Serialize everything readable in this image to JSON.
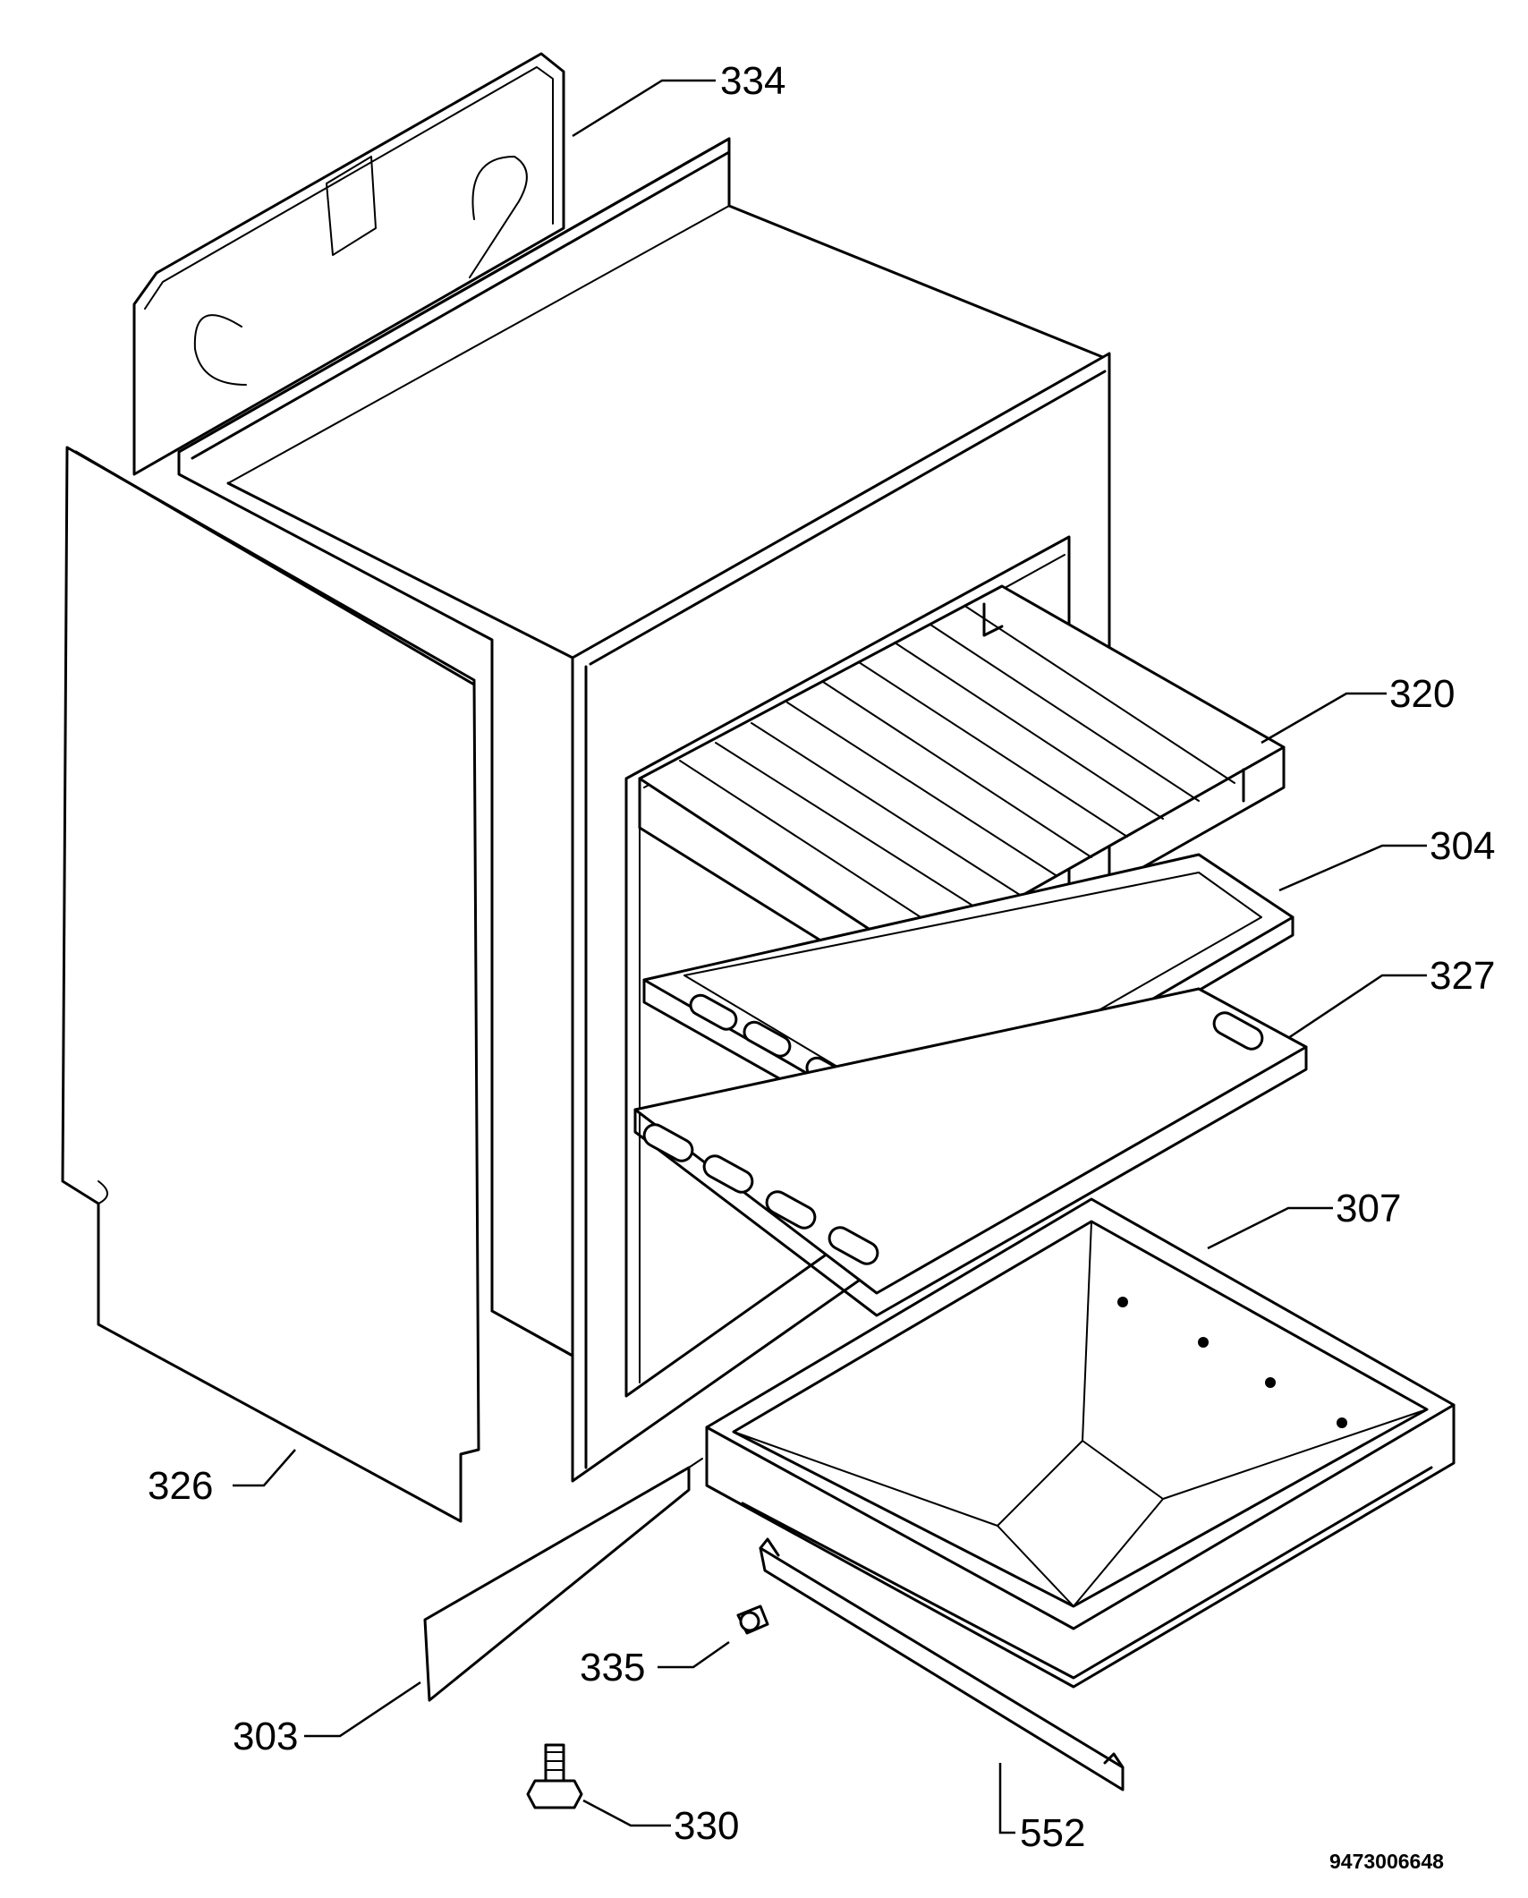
{
  "callouts": {
    "c334": "334",
    "c320": "320",
    "c304": "304",
    "c327": "327",
    "c307": "307",
    "c326": "326",
    "c303": "303",
    "c335": "335",
    "c330": "330",
    "c552": "552"
  },
  "document_id": "9473006648"
}
